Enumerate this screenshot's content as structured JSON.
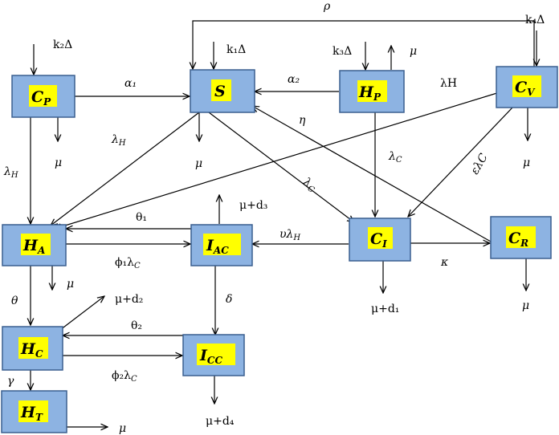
{
  "nodes": {
    "cp": {
      "main": "C",
      "sub": "P"
    },
    "s": {
      "main": "S",
      "sub": ""
    },
    "hp": {
      "main": "H",
      "sub": "P"
    },
    "cv": {
      "main": "C",
      "sub": "V"
    },
    "ha": {
      "main": "H",
      "sub": "A"
    },
    "iac": {
      "main": "I",
      "sub": "AC"
    },
    "ci": {
      "main": "C",
      "sub": "I"
    },
    "cr": {
      "main": "C",
      "sub": "R"
    },
    "hc": {
      "main": "H",
      "sub": "C"
    },
    "icc": {
      "main": "I",
      "sub": "CC"
    },
    "ht": {
      "main": "H",
      "sub": "T"
    }
  },
  "labels": {
    "rho": "ρ",
    "k2delta": "k₂Δ",
    "k1delta": "k₁Δ",
    "k3delta": "k₃Δ",
    "k4delta": "k₄Δ",
    "mu": "μ",
    "alpha1": "α₁",
    "alpha2": "α₂",
    "lambdaH": "λH",
    "lambdaH_s": "λ",
    "lambdaH_sub": "H",
    "lambdaC_s": "λ",
    "lambdaC_sub": "C",
    "eta": "η",
    "elambdaC": "ελC",
    "theta1": "θ₁",
    "theta2": "θ₂",
    "theta": "θ",
    "phi1lambdaC": "ϕ₁λ",
    "phi2lambdaC": "ϕ₂λ",
    "sub_C": "C",
    "mud3": "μ+d₃",
    "mud1": "μ+d₁",
    "mud2": "μ+d₂",
    "mud4": "μ+d₄",
    "nulambdaH": "υλ",
    "sub_H": "H",
    "kappa": "κ",
    "delta": "δ",
    "gamma": "γ"
  }
}
